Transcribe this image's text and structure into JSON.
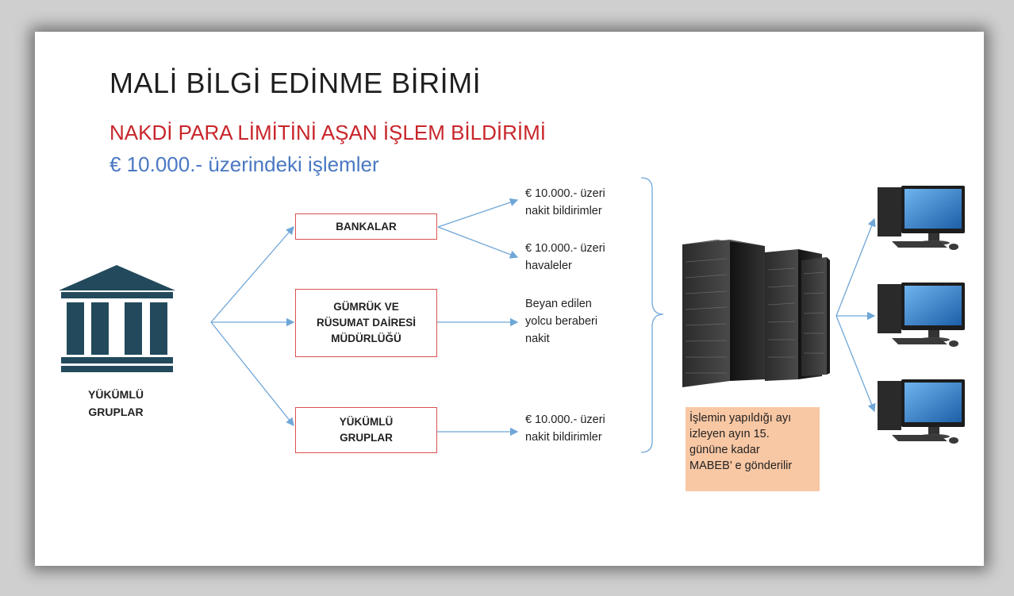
{
  "title": "MALİ BİLGİ EDİNME BİRİMİ",
  "subtitle": "NAKDİ PARA LİMİTİNİ AŞAN İŞLEM BİLDİRİMİ",
  "threshold": "€ 10.000.- üzerindeki işlemler",
  "source": {
    "label": "YÜKÜMLÜ\nGRUPLAR",
    "icon": "institution-icon"
  },
  "boxes": [
    {
      "label": "BANKALAR"
    },
    {
      "label": "GÜMRÜK VE\nRÜSUMAT DAİRESİ\nMÜDÜRLÜĞÜ"
    },
    {
      "label": "YÜKÜMLÜ\nGRUPLAR"
    }
  ],
  "reports": [
    "€ 10.000.- üzeri\nnakit bildirimler",
    "€ 10.000.- üzeri\nhavaleler",
    "Beyan edilen\nyolcu beraberi\nnakit",
    "€ 10.000.- üzeri\nnakit bildirimler"
  ],
  "server": {
    "icon": "server-rack-icon"
  },
  "note": "İşlemin yapıldığı ayı\nizleyen ayın 15.\ngününe kadar\nMABEB’ e gönderilir",
  "computers": {
    "icon": "desktop-computer-icon",
    "count": 3
  },
  "colors": {
    "accent_red": "#c8262b",
    "accent_blue": "#4a78c2",
    "box_border": "#d9534f",
    "arrow": "#6fa6d8",
    "institution": "#234a5c",
    "note_bg": "#f8c7a4"
  }
}
